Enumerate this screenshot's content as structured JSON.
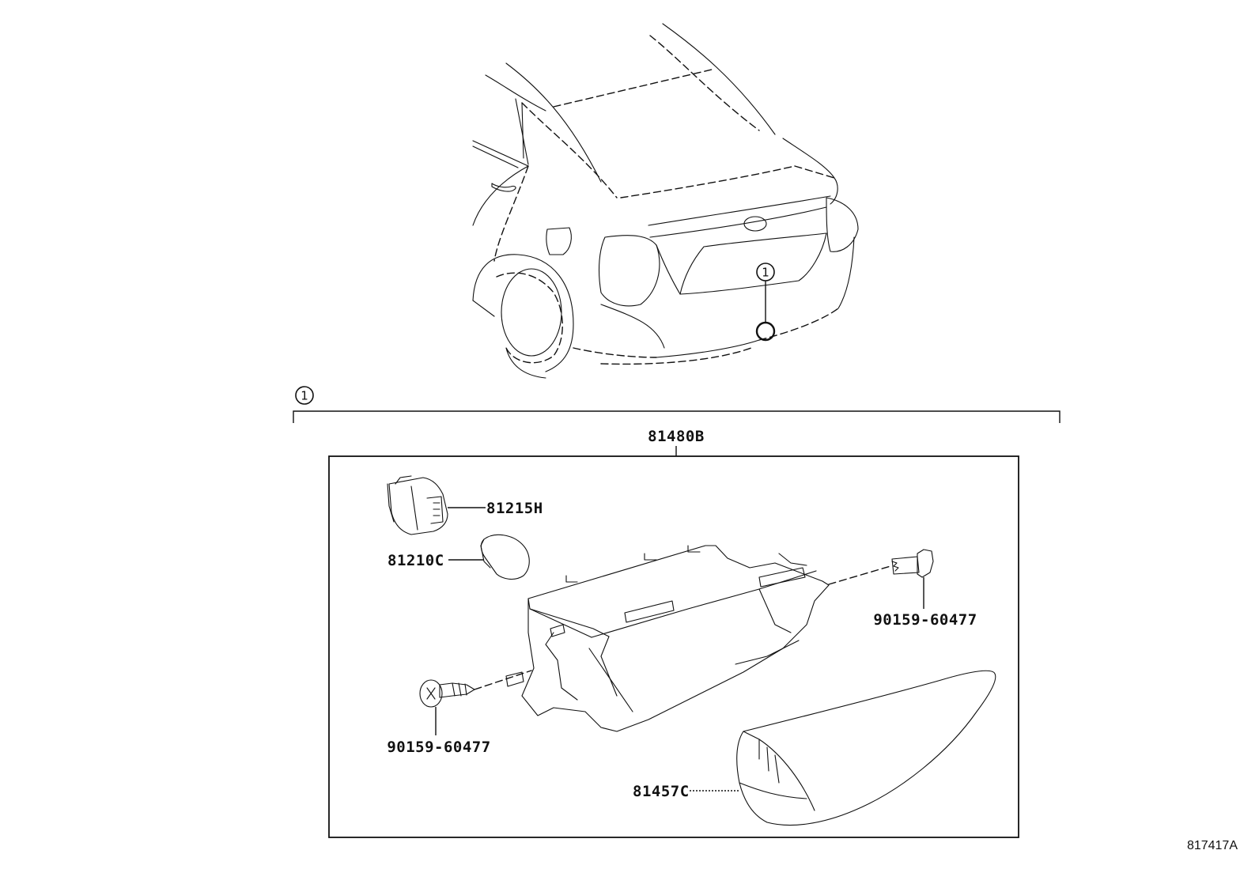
{
  "diagram": {
    "callout_number": "1",
    "assembly_label": "81480B",
    "parts": [
      {
        "id": "socket",
        "label": "81215H"
      },
      {
        "id": "bulb",
        "label": "81210C"
      },
      {
        "id": "screw_right",
        "label": "90159-60477"
      },
      {
        "id": "screw_left",
        "label": "90159-60477"
      },
      {
        "id": "lens",
        "label": "81457C"
      }
    ],
    "drawing_code": "817417A"
  }
}
